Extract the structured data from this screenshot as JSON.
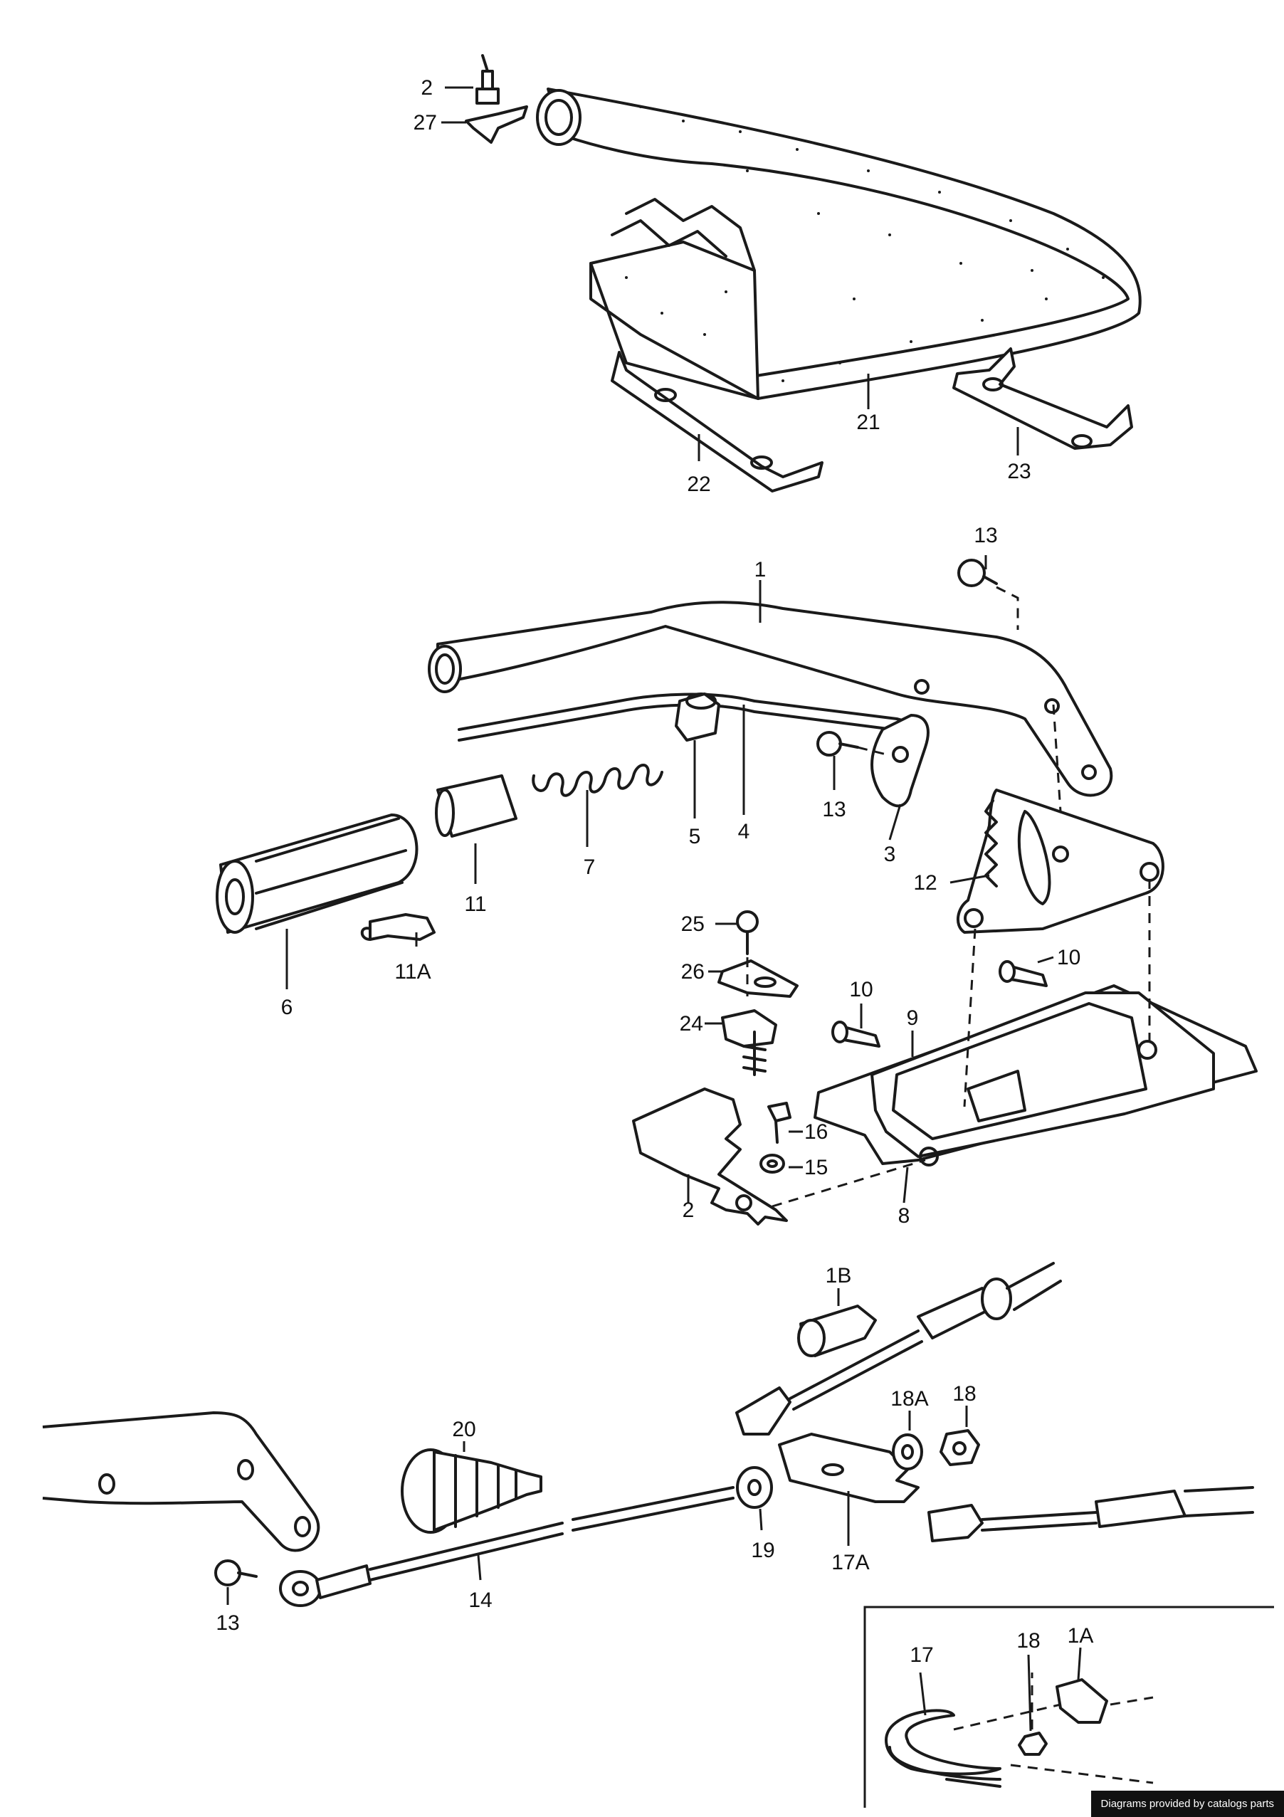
{
  "diagram": {
    "labels": [
      "2",
      "27",
      "21",
      "22",
      "23",
      "13",
      "1",
      "4",
      "5",
      "7",
      "11",
      "11A",
      "6",
      "13",
      "3",
      "12",
      "25",
      "26",
      "24",
      "10",
      "10",
      "9",
      "16",
      "15",
      "2",
      "8",
      "1B",
      "18A",
      "18",
      "20",
      "19",
      "17A",
      "13",
      "14",
      "17",
      "18",
      "1A"
    ]
  },
  "footer": {
    "credit": "Diagrams provided by catalogs parts"
  },
  "colors": {
    "ink": "#1a1a1a",
    "paper": "#ffffff",
    "credit_bg": "#111111"
  }
}
